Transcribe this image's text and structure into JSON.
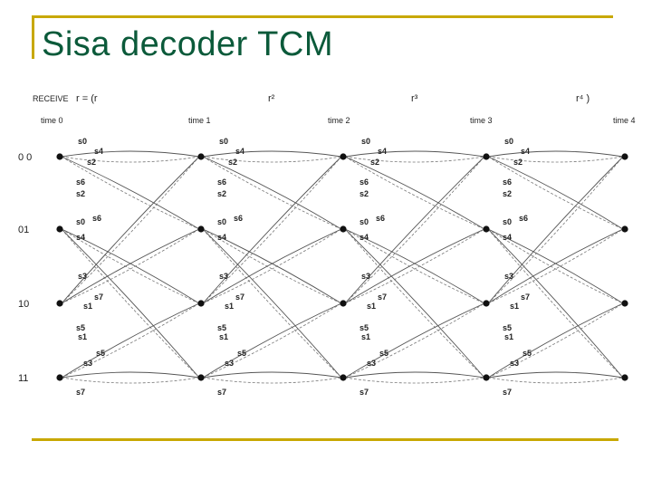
{
  "slide": {
    "title": "Sisa decoder TCM",
    "accent_color": "#c8a800",
    "title_color": "#0b5a3a"
  },
  "trellis": {
    "receive_label": "RECEIVE",
    "receive_expr_prefix": "r = (r",
    "received_symbols": [
      "r¹",
      "r²",
      "r³",
      "r⁴ )"
    ],
    "time_labels": [
      "time 0",
      "time 1",
      "time 2",
      "time 3",
      "time 4"
    ],
    "state_labels": [
      "0 0",
      "01",
      "10",
      "11"
    ],
    "branch_labels_first": [
      "s0",
      "s4",
      "s2",
      "s6",
      "s2",
      "s0",
      "s6",
      "s4",
      "s3",
      "s7",
      "s1",
      "s5",
      "s1",
      "s5",
      "s3",
      "s7"
    ],
    "branch_labels_later": [
      "s0",
      "s4",
      "s2",
      "s6",
      "s2",
      "s0",
      "s6",
      "s4",
      "s3",
      "s7",
      "s1",
      "s5",
      "s1",
      "s5",
      "s3",
      "s7"
    ]
  }
}
